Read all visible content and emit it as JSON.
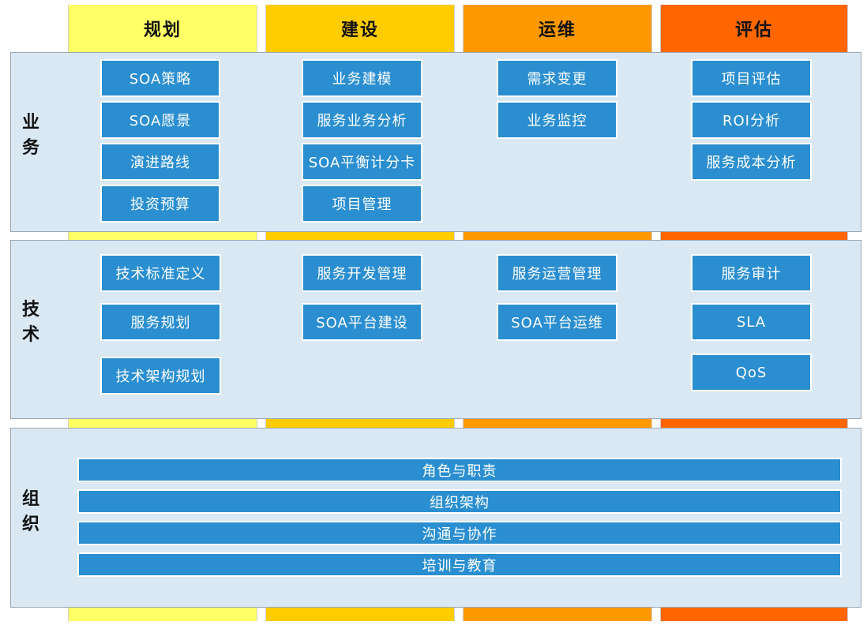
{
  "phases": [
    {
      "label": "规划",
      "color": "#ffff66"
    },
    {
      "label": "建设",
      "color": "#ffcc00"
    },
    {
      "label": "运维",
      "color": "#ff9900"
    },
    {
      "label": "评估",
      "color": "#ff6600"
    }
  ],
  "bands": {
    "business": {
      "label": "业务",
      "cols": [
        [
          "SOA策略",
          "SOA愿景",
          "演进路线",
          "投资预算"
        ],
        [
          "业务建模",
          "服务业务分析",
          "SOA平衡计分卡",
          "项目管理"
        ],
        [
          "需求变更",
          "业务监控"
        ],
        [
          "项目评估",
          "ROI分析",
          "服务成本分析"
        ]
      ]
    },
    "technology": {
      "label": "技术",
      "cols": [
        [
          "技术标准定义",
          "服务规划",
          "技术架构规划"
        ],
        [
          "服务开发管理",
          "SOA平台建设"
        ],
        [
          "服务运营管理",
          "SOA平台运维"
        ],
        [
          "服务审计",
          "SLA",
          "QoS"
        ]
      ]
    },
    "organization": {
      "label": "组织",
      "items": [
        "角色与职责",
        "组织架构",
        "沟通与协作",
        "培训与教育"
      ]
    }
  }
}
